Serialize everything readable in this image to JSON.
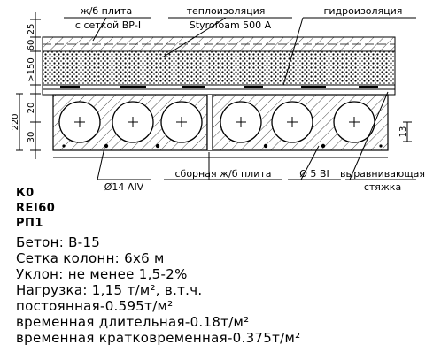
{
  "dimensions": [
    "25",
    "60",
    ">150",
    "20",
    "220",
    "30",
    "13"
  ],
  "labels": {
    "slab_line1": "ж/б плита",
    "slab_line2": "с сеткой ВР-I",
    "insulation_line1": "теплоизоляция",
    "insulation_line2": "Styrofoam 500 A",
    "waterproofing": "гидроизоляция",
    "rebar": "Ø14 AIV",
    "precast_slab": "сборная ж/б плита",
    "wire": "Ø 5 BI",
    "screed_line1": "выравнивающая",
    "screed_line2": "стяжка"
  },
  "codes": [
    "К0",
    "REI60",
    "РП1"
  ],
  "notes": [
    "Бетон: В-15",
    "Сетка колонн: 6х6 м",
    "Уклон: не менее 1,5-2%",
    "Нагрузка: 1,15 т/м², в.т.ч.",
    "постоянная-0.595т/м²",
    "временная длительная-0.18т/м²",
    "временная кратковременная-0.375т/м²"
  ]
}
